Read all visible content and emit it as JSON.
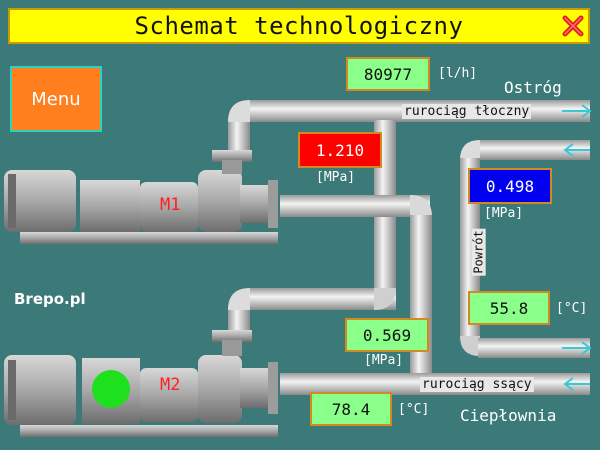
{
  "header": {
    "title": "Schemat technologiczny",
    "close_icon": "close-x-icon"
  },
  "menu": {
    "label": "Menu"
  },
  "brand": "Brepo.pl",
  "flow": {
    "value": "80977",
    "unit": "[l/h]"
  },
  "destinations": {
    "top": "Ostróg",
    "bottom": "Ciepłownia"
  },
  "pipes": {
    "discharge": "rurociąg tłoczny",
    "suction": "rurociąg ssący",
    "return": "Powrót"
  },
  "pump1": {
    "label": "M1",
    "pressure": "1.210",
    "pressure_unit": "[MPa]",
    "status_color": "#ff0000"
  },
  "pump2": {
    "label": "M2",
    "pressure": "0.569",
    "pressure_unit": "[MPa]",
    "running": true
  },
  "return_line": {
    "pressure": "0.498",
    "pressure_unit": "[MPa]",
    "temperature": "55.8",
    "temperature_unit": "[°C]"
  },
  "supply": {
    "temperature": "78.4",
    "temperature_unit": "[°C]"
  },
  "colors": {
    "background": "#3b7a78",
    "title": "#ffff00",
    "menu": "#ff7f1e",
    "value_ok": "#8aff8a",
    "alarm": "#ff0000",
    "info": "#0000ee"
  }
}
